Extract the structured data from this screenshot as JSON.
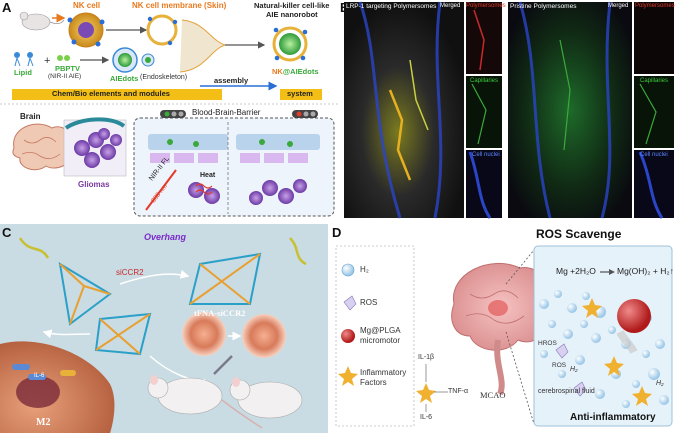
{
  "panel_a": {
    "label": "A",
    "nk_cell": "NK cell",
    "nk_membrane": "NK cell membrane (Skin)",
    "nanorobot_title": "Natural-killer cell-like",
    "nanorobot_subtitle": "AIE nanorobot",
    "lipid": "Lipid",
    "pbptv": "PBPTV",
    "nir_aie": "(NIR-II AIE)",
    "aiedots": "AIEdots",
    "endoskeleton": "(Endoskeleton)",
    "nk_aiedots_prefix": "NK",
    "nk_aiedots_suffix": "@AIEdots",
    "chem_bio": "Chem/Bio elements and modules",
    "assembly": "assembly",
    "system": "system",
    "brain": "Brain",
    "bbb": "Blood-Brain-Barrier",
    "gliomas": "Gliomas",
    "nir_fl": "NIR-II FL",
    "heat": "Heat",
    "wavelength": "808 nm",
    "colors": {
      "orange": "#e8791e",
      "green": "#3aa83a",
      "purple": "#7a3aa0",
      "bar": "#f3bf16"
    }
  },
  "panel_b": {
    "label": "B",
    "left_title": "LRP-1 targeting Polymersomes",
    "merged_left": "Merged",
    "right_title": "Pristine Polymersomes",
    "merged_right": "Merged",
    "polymersomes_left": "Polymersomes",
    "capillaries_left": "Capillaries",
    "nuclei_left": "Cell nuclei",
    "polymersomes_right": "Polymersomes",
    "capillaries_right": "Capillaries",
    "nuclei_right": "Cell nuclei"
  },
  "panel_c": {
    "label": "C",
    "overhang": "Overhang",
    "siccr2": "siCCR2",
    "tfna": "tFNA-siCCR2",
    "m2": "M2",
    "il6": "IL-6"
  },
  "panel_d": {
    "label": "D",
    "legend": {
      "h2": "H₂",
      "ros": "ROS",
      "mg_plga_1": "Mg@PLGA",
      "mg_plga_2": "micromotor",
      "inflam_1": "Inflammatory",
      "inflam_2": "Factors"
    },
    "il1b": "IL-1β",
    "tnfa": "TNF-α",
    "il6": "IL-6",
    "mcao": "MCAO",
    "ros_scavenge": "ROS Scavenge",
    "equation_left": "Mg +2H₂O",
    "equation_right": "Mg(OH)₂ + H₂↑",
    "hros": "HROS",
    "ros": "ROS",
    "h2_a": "H₂",
    "h2_b": "H₂",
    "csf": "cerebrospinal fluid",
    "anti": "Anti-inflammatory"
  }
}
